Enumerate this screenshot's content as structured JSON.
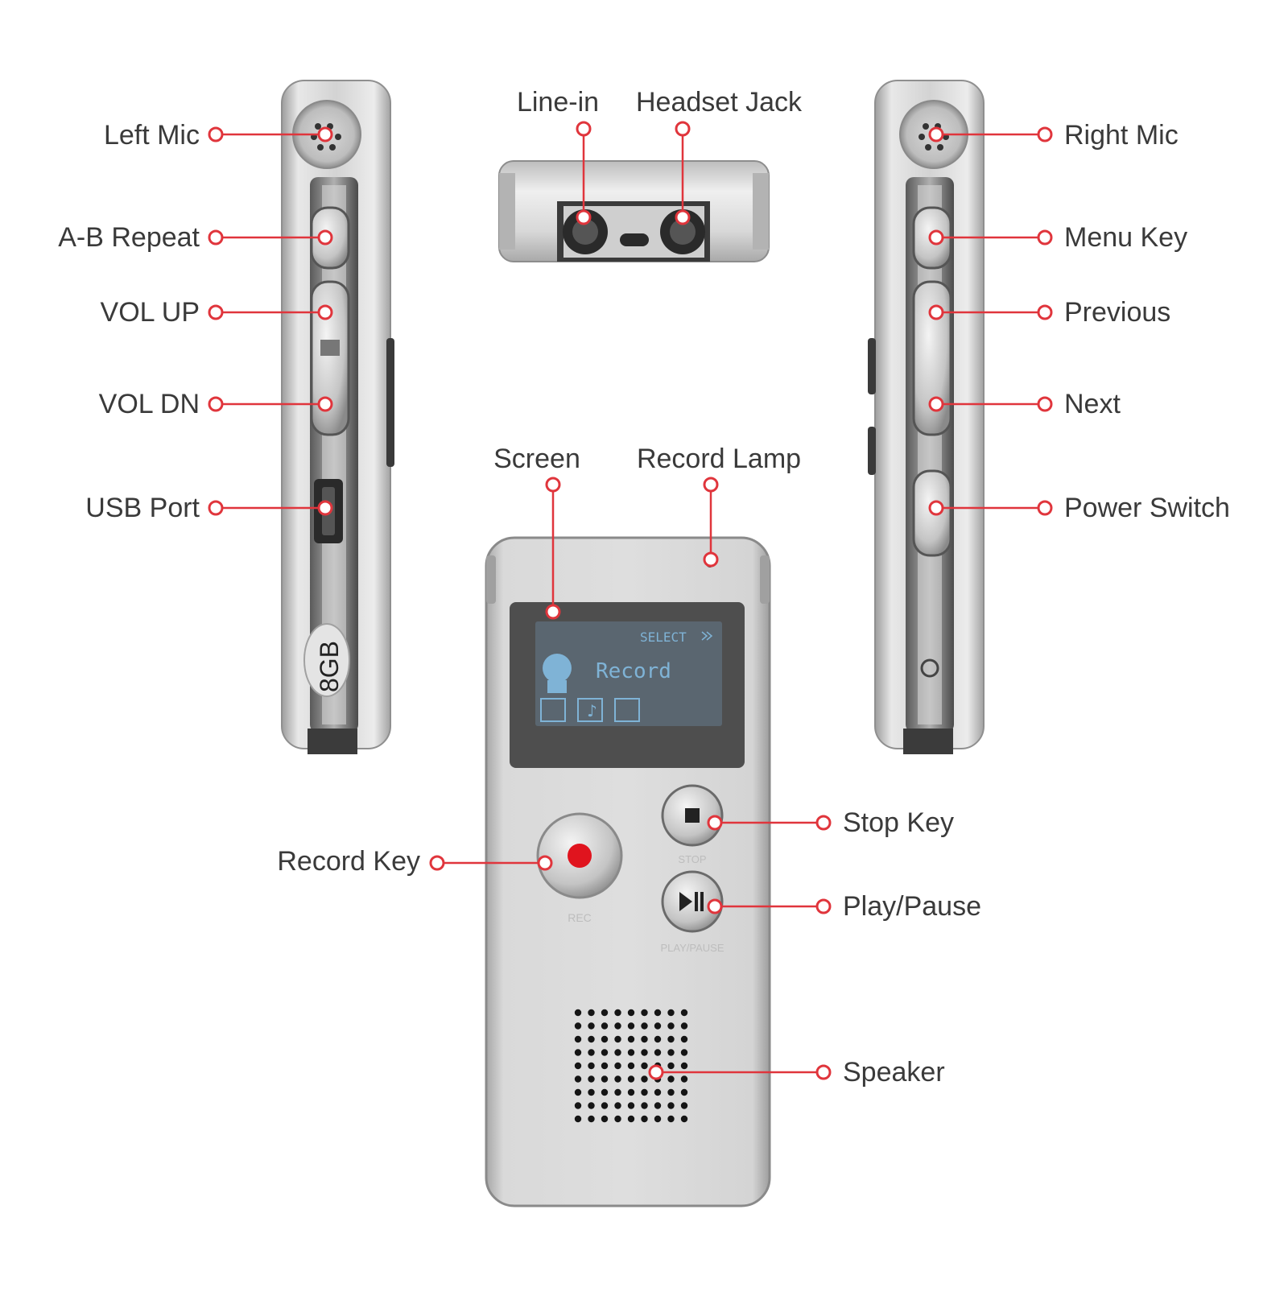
{
  "labels": {
    "left_mic": "Left Mic",
    "ab_repeat": "A-B Repeat",
    "vol_up": "VOL UP",
    "vol_dn": "VOL DN",
    "usb_port": "USB Port",
    "line_in": "Line-in",
    "headset_jack": "Headset Jack",
    "right_mic": "Right Mic",
    "menu_key": "Menu Key",
    "previous": "Previous",
    "next": "Next",
    "power_switch": "Power Switch",
    "screen": "Screen",
    "record_lamp": "Record Lamp",
    "stop_key": "Stop Key",
    "record_key": "Record Key",
    "play_pause": "Play/Pause",
    "speaker": "Speaker"
  },
  "device": {
    "capacity": "8GB",
    "screen_select": "SELECT",
    "screen_mode": "Record",
    "rec_label": "REC",
    "stop_label": "STOP",
    "play_label": "PLAY/PAUSE"
  },
  "colors": {
    "callout": "#e0353c",
    "text": "#3a3a3a",
    "silver": "#c9c9c9",
    "record_red": "#e0141e",
    "screen_bg": "#4f5a63",
    "screen_text": "#7fb3d6"
  }
}
